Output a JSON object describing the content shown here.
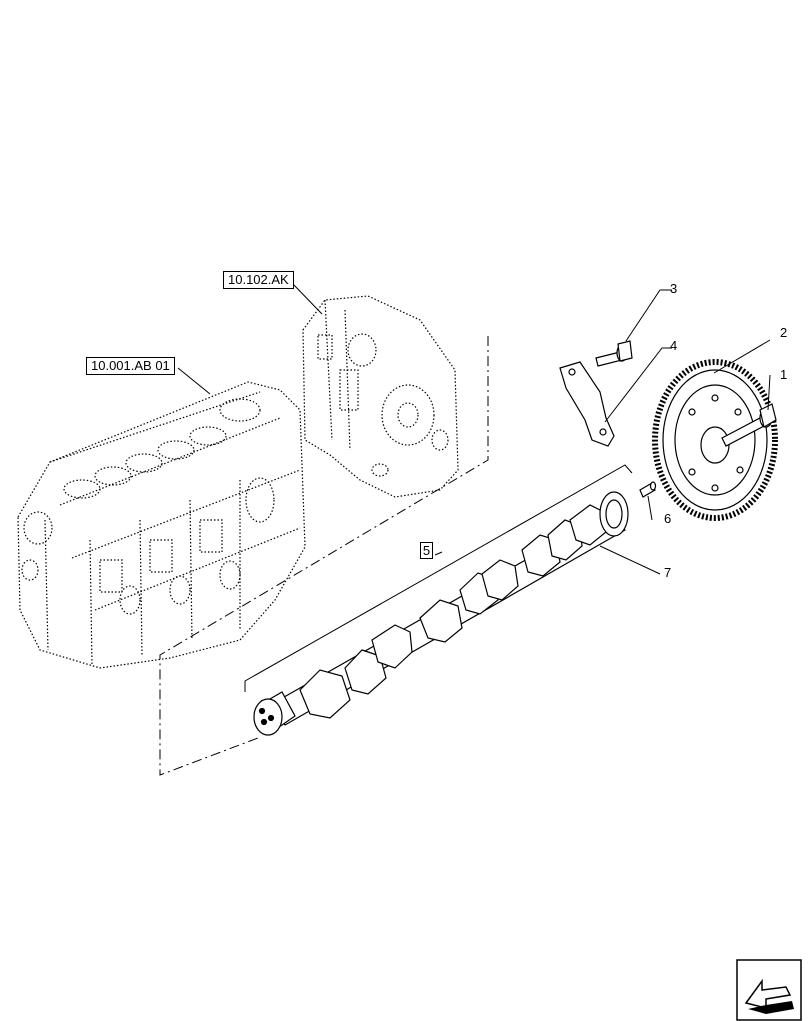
{
  "references": {
    "engine_block": "10.001.AB 01",
    "front_cover": "10.102.AK"
  },
  "callouts": [
    "1",
    "2",
    "3",
    "4",
    "5",
    "6",
    "7"
  ],
  "icons": {
    "navigation": "next-page-arrow-icon"
  },
  "colors": {
    "line": "#000000",
    "background": "#ffffff"
  }
}
